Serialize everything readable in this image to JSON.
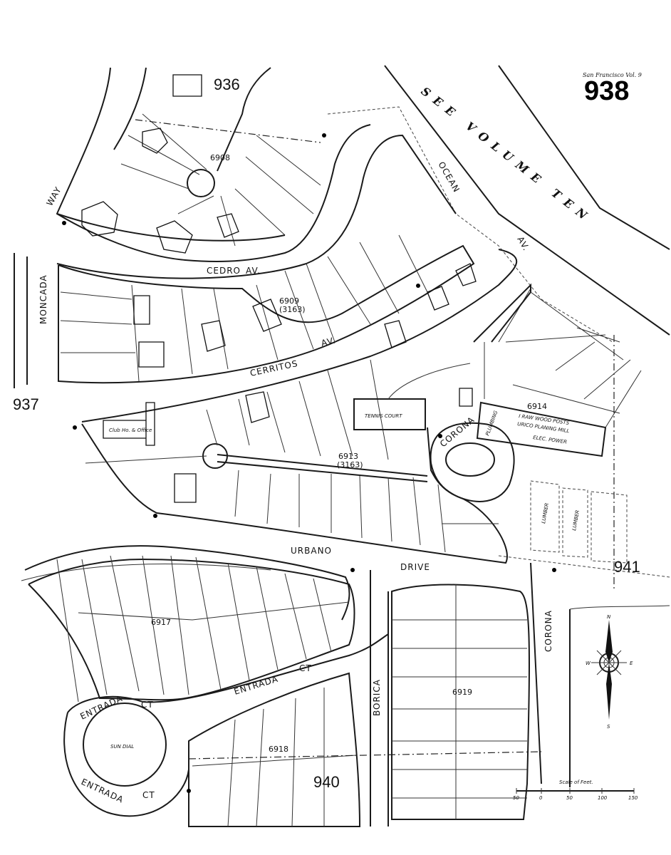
{
  "sheet": {
    "volume_label": "San Francisco Vol. 9",
    "sheet_number": "938"
  },
  "adjacent_sheets": {
    "north": "936",
    "west": "937",
    "east": "941",
    "south": "940"
  },
  "streets": {
    "way": "WAY",
    "moncada": "MONCADA",
    "cedro": "CEDRO",
    "cedro_av": "AV.",
    "cerritos": "CERRITOS",
    "cerritos_av": "AV.",
    "ocean": "OCEAN",
    "ocean_av": "AV.",
    "corona_circle": "CORONA",
    "corona_south": "CORONA",
    "urbano": "URBANO",
    "drive": "DRIVE",
    "borica": "BORICA",
    "entrada_ct": "ENTRADA",
    "ct": "CT",
    "entrada_west": "ENTRADA",
    "entrada_west_ct": "CT",
    "entrada_south": "ENTRADA",
    "entrada_south_ct": "CT"
  },
  "blocks": {
    "b6908": "6908",
    "b6909": "6909",
    "b6909_sub": "(3163)",
    "b6913": "6913",
    "b6913_sub": "(3163)",
    "b6914": "6914",
    "b6917": "6917",
    "b6918": "6918",
    "b6919": "6919"
  },
  "features": {
    "tennis_court": "TENNIS COURT",
    "sun_dial": "SUN DIAL",
    "planing_mill": "URICO PLANING MILL",
    "mill_note": "I RAW WOOD POSTS",
    "elec_power": "ELEC. POWER",
    "club_office": "Club Ho. & Office",
    "lumber_1": "LUMBER",
    "lumber_2": "LUMBER",
    "plumbing": "PLUMBING"
  },
  "see_volume": "SEE VOLUME TEN",
  "scale": {
    "title": "Scale of Feet.",
    "ticks": [
      "50",
      "0",
      "50",
      "100",
      "150"
    ]
  },
  "compass": {
    "n": "N",
    "s": "S",
    "e": "E",
    "w": "W"
  }
}
